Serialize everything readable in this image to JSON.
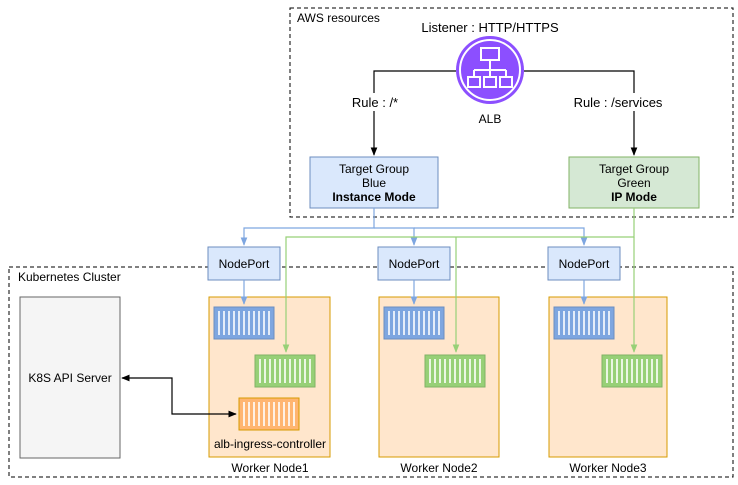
{
  "aws_group": {
    "label": "AWS resources"
  },
  "listener": {
    "label": "Listener : HTTP/HTTPS"
  },
  "alb": {
    "label": "ALB",
    "icon": "load-balancer-icon"
  },
  "rules": {
    "left": "Rule : /*",
    "right": "Rule : /services"
  },
  "target_groups": [
    {
      "line1": "Target Group",
      "line2": "Blue",
      "mode": "Instance Mode",
      "fill": "#dae8fc",
      "stroke": "#6c8ebf"
    },
    {
      "line1": "Target Group",
      "line2": "Green",
      "mode": "IP Mode",
      "fill": "#d5e8d4",
      "stroke": "#82b366"
    }
  ],
  "cluster": {
    "label": "Kubernetes Cluster"
  },
  "api_server": {
    "label": "K8S API Server"
  },
  "nodeports": [
    {
      "label": "NodePort"
    },
    {
      "label": "NodePort"
    },
    {
      "label": "NodePort"
    }
  ],
  "nodes": [
    {
      "label": "Worker Node1",
      "controller_label": "alb-ingress-controller"
    },
    {
      "label": "Worker Node2"
    },
    {
      "label": "Worker Node3"
    }
  ],
  "colors": {
    "blue_line": "#7ea6e0",
    "green_line": "#97d077",
    "node_fill": "#ffe6cc",
    "alb_purple": "#8c4fff",
    "pod_blue": "#7ea6e0",
    "pod_green": "#97d077",
    "pod_orange": "#ffb570"
  }
}
